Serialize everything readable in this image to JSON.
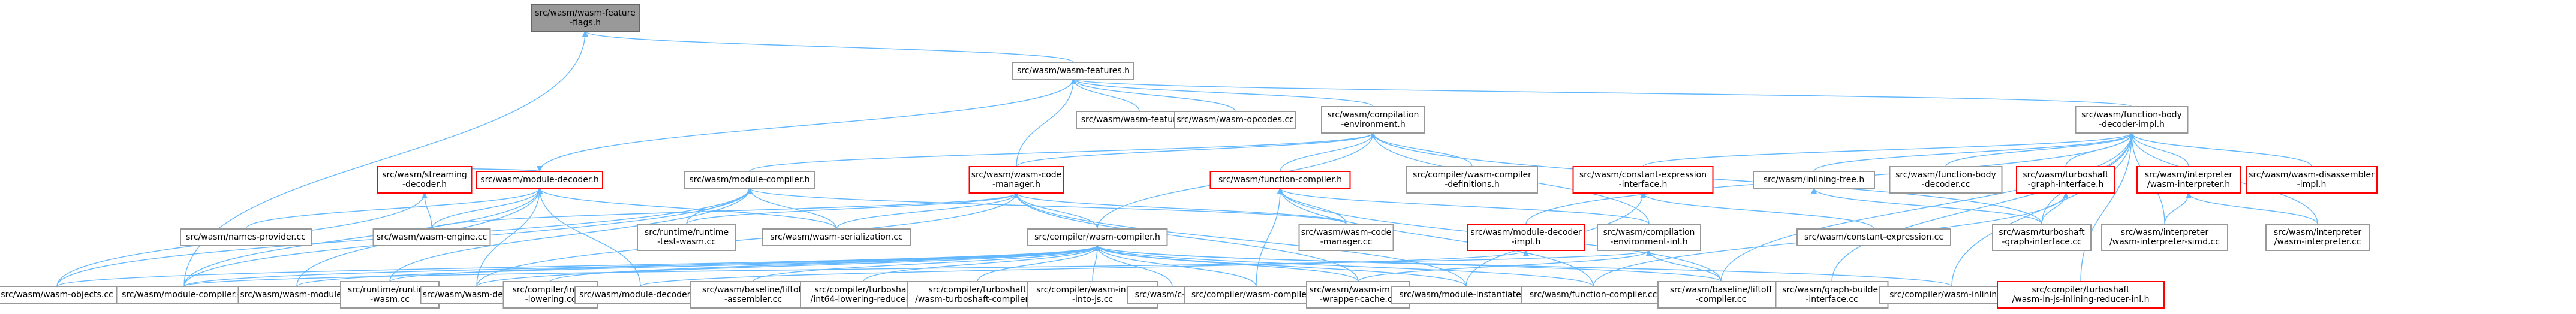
{
  "colors": {
    "edge": "#63b8ff",
    "node_border": "#999999",
    "node_border_incomplete": "#ff0000",
    "root_fill": "#999999",
    "node_fill": "#ffffff"
  },
  "nodes": [
    {
      "id": "feature_flags",
      "lines": [
        "src/wasm/wasm-feature",
        "-flags.h"
      ],
      "style": "root"
    },
    {
      "id": "features_h",
      "lines": [
        "src/wasm/wasm-features.h"
      ],
      "style": "normal"
    },
    {
      "id": "features_cc",
      "lines": [
        "src/wasm/wasm-features.cc"
      ],
      "style": "normal"
    },
    {
      "id": "opcodes_cc",
      "lines": [
        "src/wasm/wasm-opcodes.cc"
      ],
      "style": "normal"
    },
    {
      "id": "compilation_env",
      "lines": [
        "src/wasm/compilation",
        "-environment.h"
      ],
      "style": "normal"
    },
    {
      "id": "fn_body_decoder_impl",
      "lines": [
        "src/wasm/function-body",
        "-decoder-impl.h"
      ],
      "style": "normal"
    },
    {
      "id": "streaming_decoder",
      "lines": [
        "src/wasm/streaming",
        "-decoder.h"
      ],
      "style": "red"
    },
    {
      "id": "module_decoder_h",
      "lines": [
        "src/wasm/module-decoder.h"
      ],
      "style": "red"
    },
    {
      "id": "module_compiler_h",
      "lines": [
        "src/wasm/module-compiler.h"
      ],
      "style": "normal"
    },
    {
      "id": "wasm_code_manager_h",
      "lines": [
        "src/wasm/wasm-code",
        "-manager.h"
      ],
      "style": "red"
    },
    {
      "id": "function_compiler_h",
      "lines": [
        "src/wasm/function-compiler.h"
      ],
      "style": "red"
    },
    {
      "id": "compiler_definitions",
      "lines": [
        "src/compiler/wasm-compiler",
        "-definitions.h"
      ],
      "style": "normal"
    },
    {
      "id": "constant_expression_interface_h",
      "lines": [
        "src/wasm/constant-expression",
        "-interface.h"
      ],
      "style": "red"
    },
    {
      "id": "inlining_tree",
      "lines": [
        "src/wasm/inlining-tree.h"
      ],
      "style": "normal"
    },
    {
      "id": "fn_body_decoder_cc",
      "lines": [
        "src/wasm/function-body",
        "-decoder.cc"
      ],
      "style": "normal"
    },
    {
      "id": "turboshaft_graph_interface_h",
      "lines": [
        "src/wasm/turboshaft",
        "-graph-interface.h"
      ],
      "style": "red"
    },
    {
      "id": "interpreter_h",
      "lines": [
        "src/wasm/interpreter",
        "/wasm-interpreter.h"
      ],
      "style": "red"
    },
    {
      "id": "disassembler_impl",
      "lines": [
        "src/wasm/wasm-disassembler",
        "-impl.h"
      ],
      "style": "red"
    },
    {
      "id": "names_provider",
      "lines": [
        "src/wasm/names-provider.cc"
      ],
      "style": "normal"
    },
    {
      "id": "wasm_engine",
      "lines": [
        "src/wasm/wasm-engine.cc"
      ],
      "style": "normal"
    },
    {
      "id": "test_wasm",
      "lines": [
        "src/runtime/runtime",
        "-test-wasm.cc"
      ],
      "style": "normal"
    },
    {
      "id": "wasm_serialization",
      "lines": [
        "src/wasm/wasm-serialization.cc"
      ],
      "style": "normal"
    },
    {
      "id": "wasm_code_manager_cc",
      "lines": [
        "src/wasm/wasm-code",
        "-manager.cc"
      ],
      "style": "normal"
    },
    {
      "id": "module_decoder_impl",
      "lines": [
        "src/wasm/module-decoder",
        "-impl.h"
      ],
      "style": "red"
    },
    {
      "id": "compilation_env_inl",
      "lines": [
        "src/wasm/compilation",
        "-environment-inl.h"
      ],
      "style": "normal"
    },
    {
      "id": "constant_expression_cc",
      "lines": [
        "src/wasm/constant-expression.cc"
      ],
      "style": "normal"
    },
    {
      "id": "turboshaft_graph_interface_cc",
      "lines": [
        "src/wasm/turboshaft",
        "-graph-interface.cc"
      ],
      "style": "normal"
    },
    {
      "id": "interpreter_simd",
      "lines": [
        "src/wasm/interpreter",
        "/wasm-interpreter-simd.cc"
      ],
      "style": "normal"
    },
    {
      "id": "interpreter_cc",
      "lines": [
        "src/wasm/interpreter",
        "/wasm-interpreter.cc"
      ],
      "style": "normal"
    },
    {
      "id": "wasm_compiler_h",
      "lines": [
        "src/compiler/wasm-compiler.h"
      ],
      "style": "normal"
    },
    {
      "id": "wasm_objects",
      "lines": [
        "src/wasm/wasm-objects.cc"
      ],
      "style": "normal"
    },
    {
      "id": "module_compiler_cc",
      "lines": [
        "src/wasm/module-compiler.cc"
      ],
      "style": "normal"
    },
    {
      "id": "wasm_module_cc",
      "lines": [
        "src/wasm/wasm-module.cc"
      ],
      "style": "normal"
    },
    {
      "id": "runtime_wasm",
      "lines": [
        "src/runtime/runtime",
        "-wasm.cc"
      ],
      "style": "normal"
    },
    {
      "id": "wasm_debug",
      "lines": [
        "src/wasm/wasm-debug.cc"
      ],
      "style": "normal"
    },
    {
      "id": "int64_lowering",
      "lines": [
        "src/compiler/int64",
        "-lowering.cc"
      ],
      "style": "normal"
    },
    {
      "id": "module_decoder_cc",
      "lines": [
        "src/wasm/module-decoder.cc"
      ],
      "style": "normal"
    },
    {
      "id": "liftoff_assembler",
      "lines": [
        "src/wasm/baseline/liftoff",
        "-assembler.cc"
      ],
      "style": "normal"
    },
    {
      "id": "int64_lowering_reducer",
      "lines": [
        "src/compiler/turboshaft",
        "/int64-lowering-reducer.h"
      ],
      "style": "normal"
    },
    {
      "id": "turboshaft_compiler",
      "lines": [
        "src/compiler/turboshaft",
        "/wasm-turboshaft-compiler.cc"
      ],
      "style": "normal"
    },
    {
      "id": "inlining_into_js",
      "lines": [
        "src/compiler/wasm-inlining",
        "-into-js.cc"
      ],
      "style": "normal"
    },
    {
      "id": "c_api",
      "lines": [
        "src/wasm/c-api.cc"
      ],
      "style": "normal"
    },
    {
      "id": "wasm_compiler_cc",
      "lines": [
        "src/compiler/wasm-compiler.cc"
      ],
      "style": "normal"
    },
    {
      "id": "wrapper_cache",
      "lines": [
        "src/wasm/wasm-import",
        "-wrapper-cache.cc"
      ],
      "style": "normal"
    },
    {
      "id": "module_instantiate",
      "lines": [
        "src/wasm/module-instantiate.cc"
      ],
      "style": "normal"
    },
    {
      "id": "function_compiler_cc",
      "lines": [
        "src/wasm/function-compiler.cc"
      ],
      "style": "normal"
    },
    {
      "id": "liftoff_compiler",
      "lines": [
        "src/wasm/baseline/liftoff",
        "-compiler.cc"
      ],
      "style": "normal"
    },
    {
      "id": "graph_builder_interface",
      "lines": [
        "src/wasm/graph-builder",
        "-interface.cc"
      ],
      "style": "normal"
    },
    {
      "id": "wasm_inlining",
      "lines": [
        "src/compiler/wasm-inlining.cc"
      ],
      "style": "normal"
    },
    {
      "id": "js_inlining_reducer",
      "lines": [
        "src/compiler/turboshaft",
        "/wasm-in-js-inlining-reducer-inl.h"
      ],
      "style": "red"
    }
  ],
  "edges": [
    [
      "features_h",
      "feature_flags"
    ],
    [
      "module_compiler_cc",
      "feature_flags"
    ],
    [
      "features_cc",
      "features_h"
    ],
    [
      "opcodes_cc",
      "features_h"
    ],
    [
      "compilation_env",
      "features_h"
    ],
    [
      "fn_body_decoder_impl",
      "features_h"
    ],
    [
      "module_decoder_h",
      "features_h"
    ],
    [
      "wasm_code_manager_h",
      "features_h"
    ],
    [
      "streaming_decoder",
      "module_decoder_h"
    ],
    [
      "module_compiler_h",
      "compilation_env"
    ],
    [
      "wasm_code_manager_h",
      "compilation_env"
    ],
    [
      "function_compiler_h",
      "compilation_env"
    ],
    [
      "compiler_definitions",
      "compilation_env"
    ],
    [
      "compilation_env_inl",
      "compilation_env"
    ],
    [
      "wasm_compiler_h",
      "compilation_env"
    ],
    [
      "turboshaft_graph_interface_cc",
      "compilation_env"
    ],
    [
      "constant_expression_interface_h",
      "fn_body_decoder_impl"
    ],
    [
      "inlining_tree",
      "fn_body_decoder_impl"
    ],
    [
      "fn_body_decoder_cc",
      "fn_body_decoder_impl"
    ],
    [
      "turboshaft_graph_interface_h",
      "fn_body_decoder_impl"
    ],
    [
      "interpreter_h",
      "fn_body_decoder_impl"
    ],
    [
      "disassembler_impl",
      "fn_body_decoder_impl"
    ],
    [
      "module_decoder_impl",
      "fn_body_decoder_impl"
    ],
    [
      "turboshaft_graph_interface_cc",
      "fn_body_decoder_impl"
    ],
    [
      "interpreter_simd",
      "fn_body_decoder_impl"
    ],
    [
      "interpreter_cc",
      "fn_body_decoder_impl"
    ],
    [
      "liftoff_compiler",
      "fn_body_decoder_impl"
    ],
    [
      "graph_builder_interface",
      "fn_body_decoder_impl"
    ],
    [
      "wasm_inlining",
      "fn_body_decoder_impl"
    ],
    [
      "js_inlining_reducer",
      "fn_body_decoder_impl"
    ],
    [
      "wasm_objects",
      "streaming_decoder"
    ],
    [
      "wasm_engine",
      "streaming_decoder"
    ],
    [
      "names_provider",
      "module_decoder_h"
    ],
    [
      "wasm_engine",
      "module_decoder_h"
    ],
    [
      "module_compiler_cc",
      "module_decoder_h"
    ],
    [
      "wasm_module_cc",
      "module_decoder_h"
    ],
    [
      "wasm_debug",
      "module_decoder_h"
    ],
    [
      "module_decoder_cc",
      "module_decoder_h"
    ],
    [
      "wasm_serialization",
      "module_decoder_h"
    ],
    [
      "wasm_objects",
      "module_compiler_h"
    ],
    [
      "test_wasm",
      "module_compiler_h"
    ],
    [
      "wasm_serialization",
      "module_compiler_h"
    ],
    [
      "module_compiler_cc",
      "module_compiler_h"
    ],
    [
      "runtime_wasm",
      "module_compiler_h"
    ],
    [
      "wasm_code_manager_cc",
      "module_compiler_h"
    ],
    [
      "wasm_engine",
      "wasm_code_manager_h"
    ],
    [
      "test_wasm",
      "wasm_code_manager_h"
    ],
    [
      "wasm_serialization",
      "wasm_code_manager_h"
    ],
    [
      "wasm_code_manager_cc",
      "wasm_code_manager_h"
    ],
    [
      "wasm_compiler_h",
      "wasm_code_manager_h"
    ],
    [
      "wasm_debug",
      "wasm_code_manager_h"
    ],
    [
      "module_instantiate",
      "wasm_code_manager_h"
    ],
    [
      "wrapper_cache",
      "wasm_code_manager_h"
    ],
    [
      "compilation_env_inl",
      "function_compiler_h"
    ],
    [
      "wasm_code_manager_cc",
      "function_compiler_h"
    ],
    [
      "wasm_compiler_cc",
      "function_compiler_h"
    ],
    [
      "function_compiler_cc",
      "function_compiler_h"
    ],
    [
      "liftoff_compiler",
      "function_compiler_h"
    ],
    [
      "module_instantiate",
      "constant_expression_interface_h"
    ],
    [
      "constant_expression_cc",
      "constant_expression_interface_h"
    ],
    [
      "turboshaft_graph_interface_cc",
      "inlining_tree"
    ],
    [
      "turboshaft_graph_interface_cc",
      "turboshaft_graph_interface_h"
    ],
    [
      "function_compiler_cc",
      "turboshaft_graph_interface_h"
    ],
    [
      "interpreter_simd",
      "interpreter_h"
    ],
    [
      "interpreter_cc",
      "interpreter_h"
    ],
    [
      "module_decoder_cc",
      "module_decoder_impl"
    ],
    [
      "module_compiler_cc",
      "compilation_env_inl"
    ],
    [
      "wrapper_cache",
      "compilation_env_inl"
    ],
    [
      "liftoff_compiler",
      "compilation_env_inl"
    ],
    [
      "wasm_objects",
      "wasm_compiler_h"
    ],
    [
      "module_compiler_cc",
      "wasm_compiler_h"
    ],
    [
      "wasm_module_cc",
      "wasm_compiler_h"
    ],
    [
      "runtime_wasm",
      "wasm_compiler_h"
    ],
    [
      "wasm_debug",
      "wasm_compiler_h"
    ],
    [
      "int64_lowering",
      "wasm_compiler_h"
    ],
    [
      "liftoff_assembler",
      "wasm_compiler_h"
    ],
    [
      "int64_lowering_reducer",
      "wasm_compiler_h"
    ],
    [
      "turboshaft_compiler",
      "wasm_compiler_h"
    ],
    [
      "inlining_into_js",
      "wasm_compiler_h"
    ],
    [
      "c_api",
      "wasm_compiler_h"
    ],
    [
      "wasm_compiler_cc",
      "wasm_compiler_h"
    ],
    [
      "wrapper_cache",
      "wasm_compiler_h"
    ],
    [
      "module_instantiate",
      "wasm_compiler_h"
    ],
    [
      "function_compiler_cc",
      "wasm_compiler_h"
    ],
    [
      "liftoff_compiler",
      "wasm_compiler_h"
    ],
    [
      "wasm_inlining",
      "wasm_compiler_h"
    ]
  ]
}
